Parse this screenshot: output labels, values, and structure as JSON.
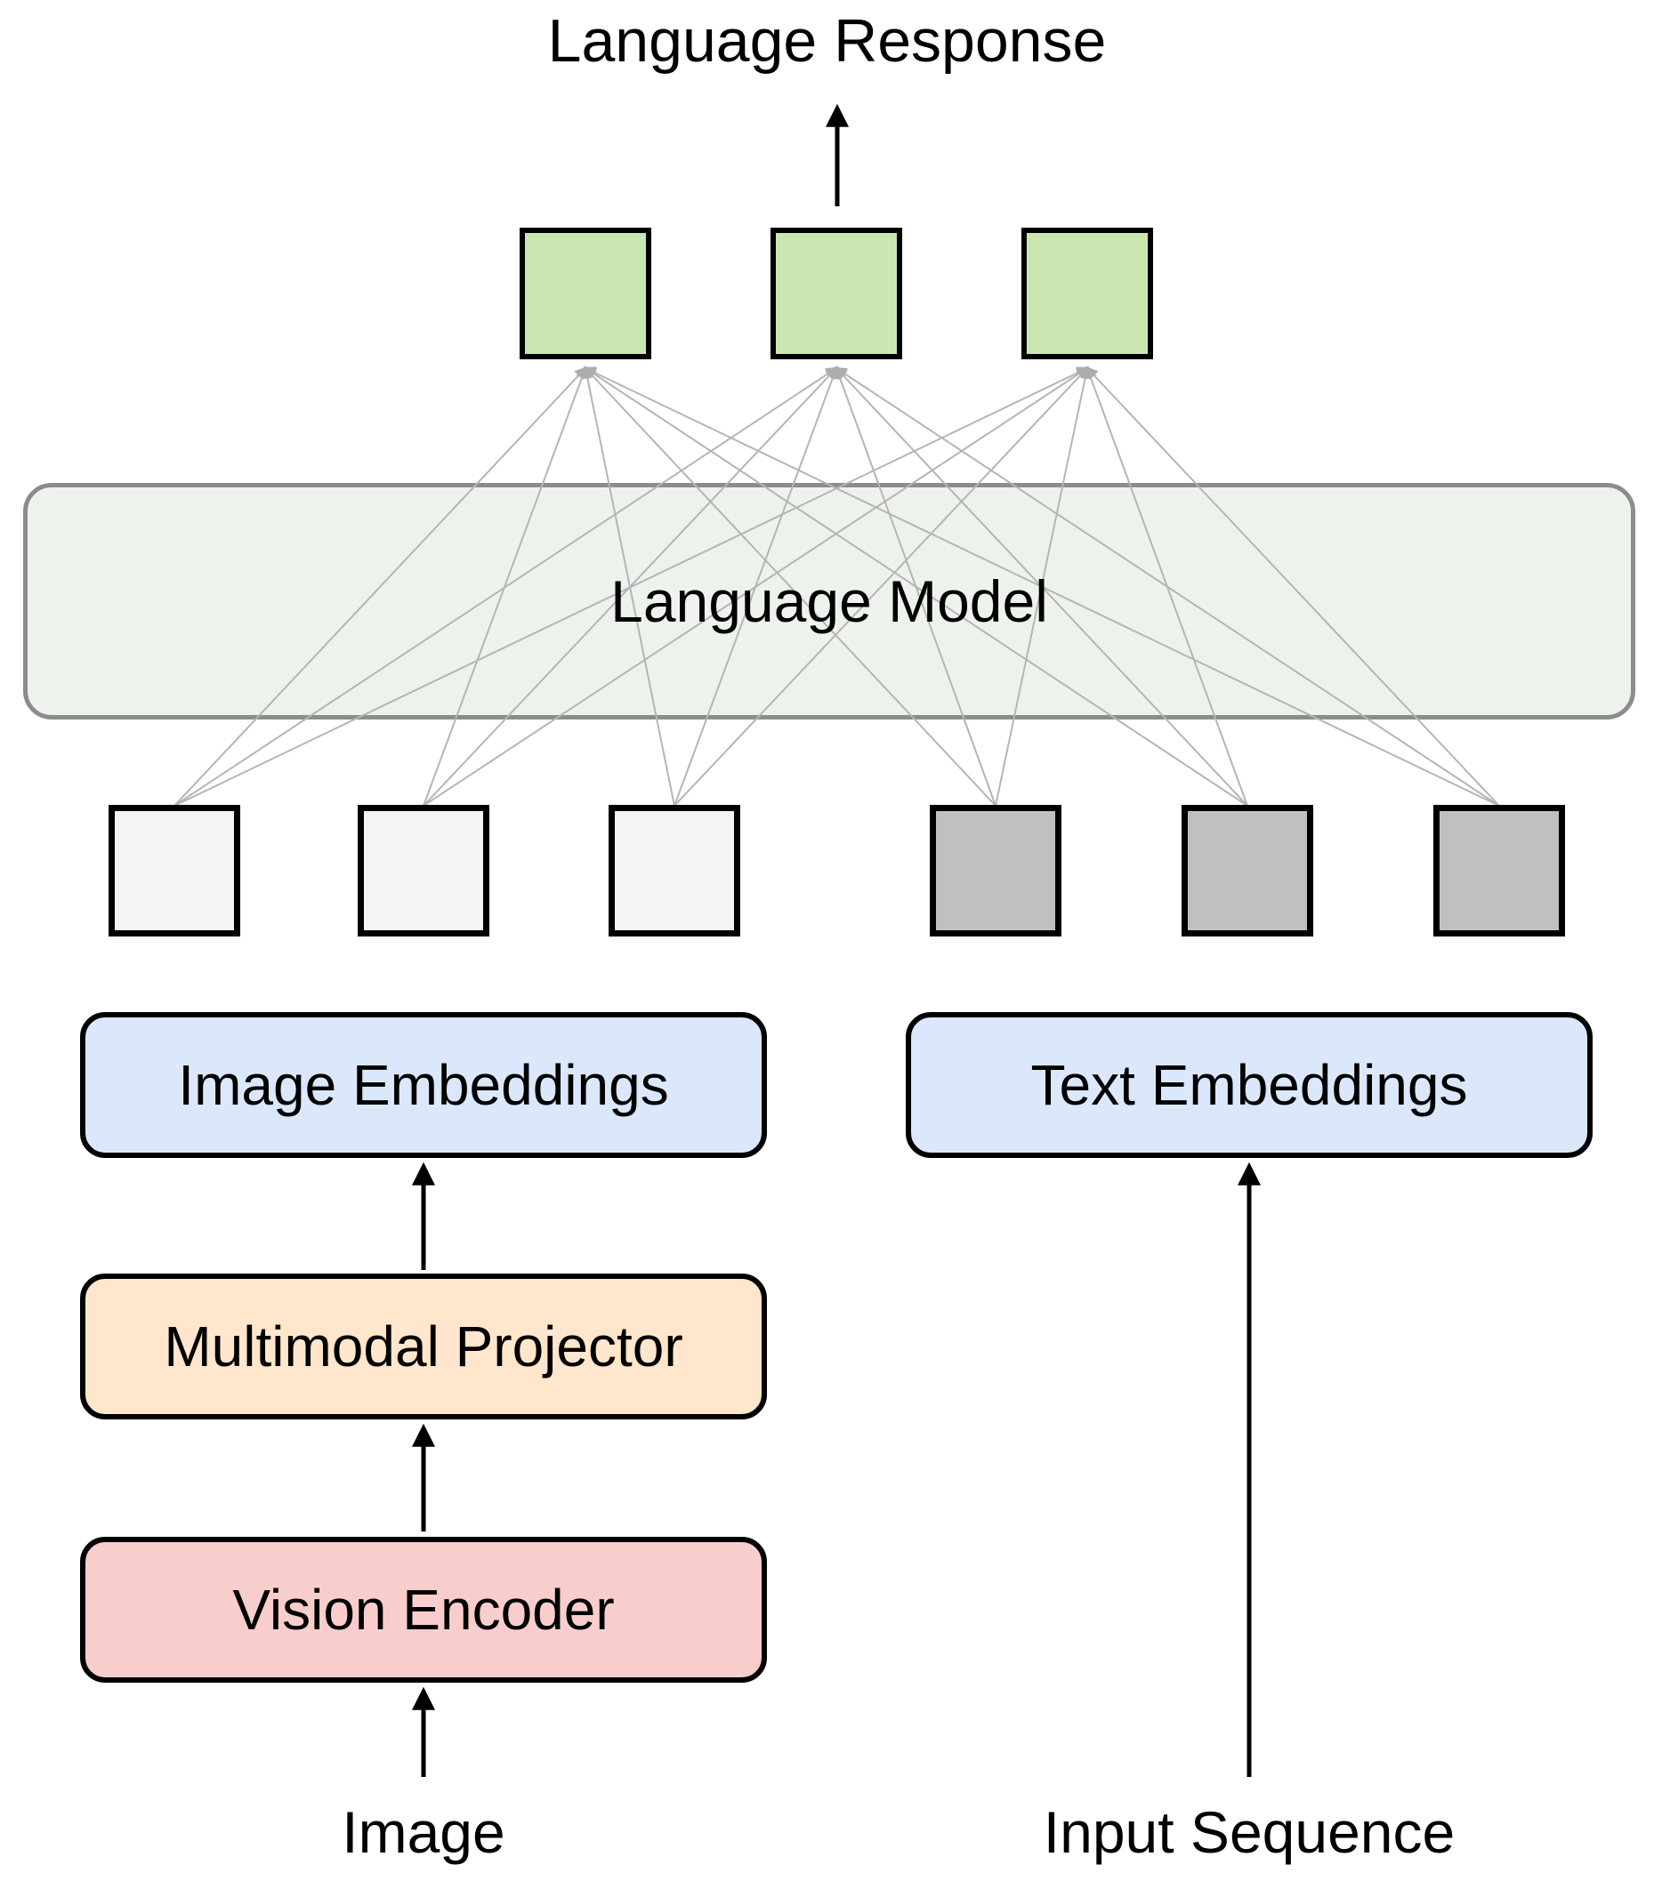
{
  "diagram": {
    "title": "Language Response",
    "language_model": {
      "label": "Language Model"
    },
    "image_embeddings": {
      "label": "Image Embeddings"
    },
    "text_embeddings": {
      "label": "Text Embeddings"
    },
    "multimodal_projector": {
      "label": "Multimodal Projector"
    },
    "vision_encoder": {
      "label": "Vision Encoder"
    },
    "image_input": {
      "label": "Image"
    },
    "input_sequence": {
      "label": "Input Sequence"
    },
    "tokens": {
      "output_count": 3,
      "image_count": 3,
      "text_count": 3,
      "fully_connected": true
    },
    "flow_edges": [
      "image -> vision_encoder",
      "vision_encoder -> multimodal_projector",
      "multimodal_projector -> image_embeddings",
      "input_sequence -> text_embeddings",
      "language_model_outputs -> language_response"
    ],
    "colors": {
      "output_token_fill": "#cbe7b1",
      "image_token_fill": "#f5f4f4",
      "text_token_fill": "#c0c0c0",
      "language_model_fill": "#edf3ec",
      "language_model_border": "#8c8c8c",
      "embeddings_fill": "#dbe8fb",
      "projector_fill": "#ffe6cc",
      "encoder_fill": "#f8cecc",
      "attention_line": "#b5b5b5",
      "arrow": "#000000",
      "border": "#000000"
    }
  }
}
